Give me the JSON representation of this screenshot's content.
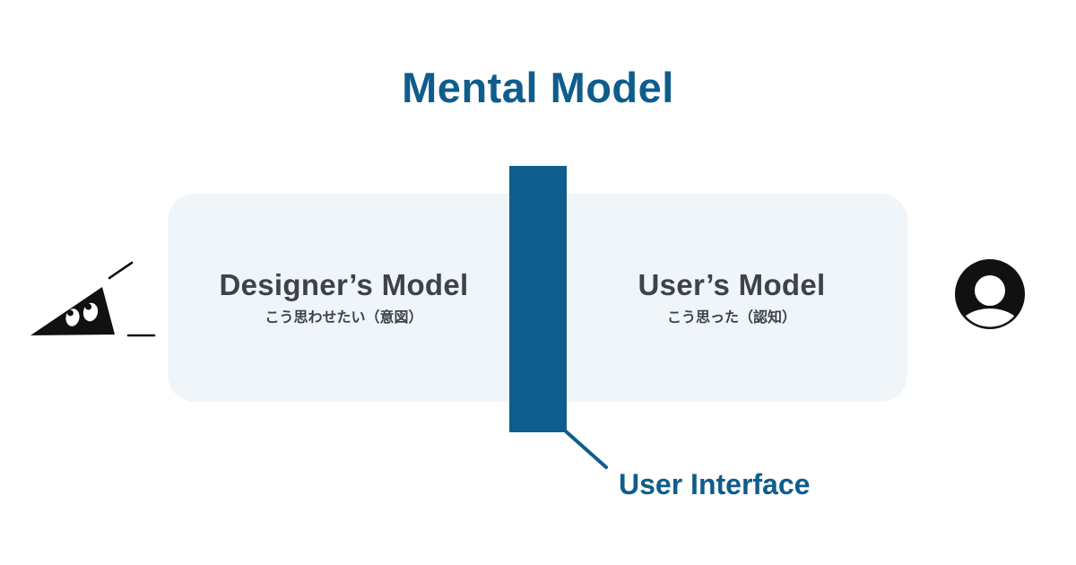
{
  "page": {
    "title": "Mental Model"
  },
  "colors": {
    "accent": "#0E5D8C",
    "panel": "#F0F5FA",
    "text": "#3D4349",
    "background": "#FFFFFF",
    "icon": "#111111"
  },
  "models": {
    "designer": {
      "title": "Designer’s Model",
      "subtitle": "こう思わせたい（意図）"
    },
    "user": {
      "title": "User’s Model",
      "subtitle": "こう思った（認知）"
    }
  },
  "interface": {
    "label": "User Interface"
  },
  "icons": {
    "left": "designer-character-icon",
    "right": "user-avatar-icon"
  }
}
